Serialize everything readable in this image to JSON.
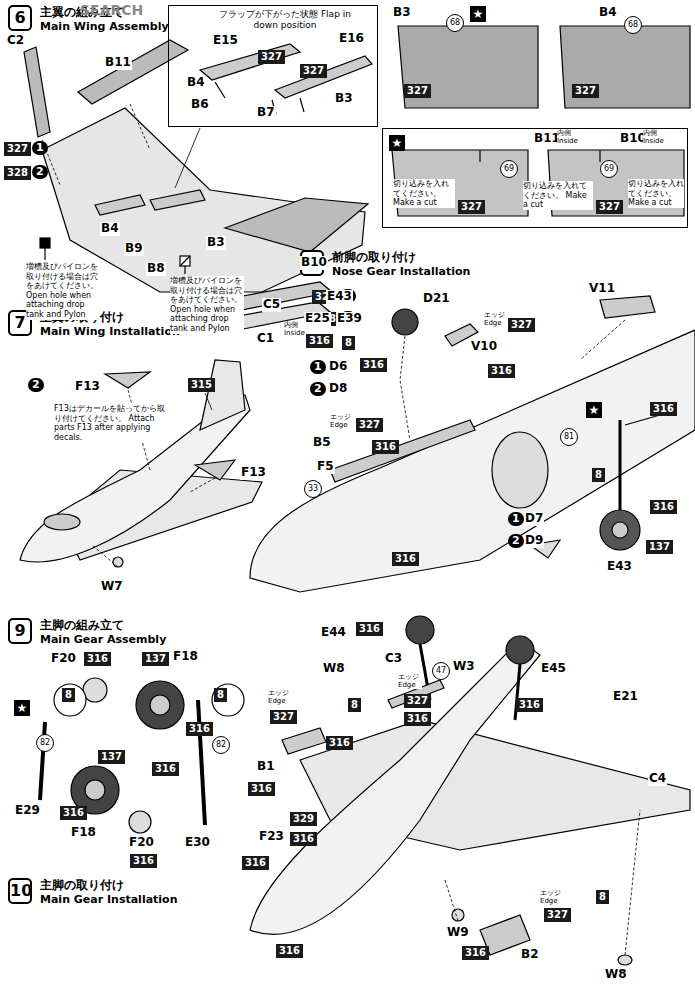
{
  "diagram": {
    "nodes": [
      {
        "text": [
          "6",
          "主翼の組み立て",
          "Main Wing Assembly"
        ]
      },
      {
        "text": [
          "フラップが下がった状態 Flap in down position"
        ]
      },
      {
        "text": [
          "★",
          "B11",
          "内側 Inside",
          "B10",
          "内側 Inside",
          "切り込みを入れてください。 Make a cut",
          "切り込みを入れてください。 Make a cut",
          "切り込みを入れてください。 Make a cut"
        ]
      },
      {
        "text": [
          "7",
          "主翼の取り付け",
          "Main Wing Installation"
        ]
      },
      {
        "text": [
          "8",
          "前脚の取り付け",
          "Nose Gear Installation"
        ]
      },
      {
        "text": [
          "9",
          "主脚の組み立て",
          "Main Gear Assembly"
        ]
      },
      {
        "text": [
          "10",
          "主脚の取り付け",
          "Main Gear Installation"
        ]
      }
    ],
    "labels": [
      "SEARCH",
      "C2",
      "B11",
      "327",
      "1",
      "328",
      "2",
      "B4",
      "B9",
      "B8",
      "B3",
      "B10",
      "C5",
      "C1",
      "内側 Inside",
      "327",
      "1",
      "328",
      "2",
      "増槽及びパイロンを取り付ける場合は穴をあけてください。 Open hole when attaching drop tank and Pylon",
      "増槽及びパイロンを取り付ける場合は穴をあけてください。 Open hole when attaching drop tank and Pylon",
      "E15",
      "327",
      "E16",
      "327",
      "B4",
      "B6",
      "B3",
      "B7",
      "B3",
      "68",
      "★",
      "68",
      "B4",
      "327",
      "327",
      "69",
      "327",
      "69",
      "327",
      "2",
      "F13",
      "F13はデカールを貼ってから取り付けてください。 Attach parts F13 after applying decals.",
      "F13",
      "315",
      "W7",
      "E43",
      "D21",
      "V11",
      "E25",
      "E39",
      "エッジ Edge",
      "327",
      "V10",
      "316",
      "8",
      "1",
      "D6",
      "316",
      "2",
      "D8",
      "316",
      "エッジ Edge",
      "327",
      "B5",
      "316",
      "F5",
      "33",
      "★",
      "316",
      "81",
      "8",
      "316",
      "137",
      "E43",
      "1",
      "D7",
      "2",
      "D9",
      "316",
      "F20",
      "316",
      "137",
      "F18",
      "316",
      "8",
      "82",
      "316",
      "★",
      "8",
      "82",
      "137",
      "E29",
      "316",
      "F18",
      "F20",
      "316",
      "E30",
      "E44",
      "316",
      "W8",
      "8",
      "エッジ Edge",
      "327",
      "C3",
      "エッジ Edge",
      "327",
      "316",
      "47",
      "W3",
      "E45",
      "316",
      "E21",
      "B1",
      "316",
      "316",
      "329",
      "F23",
      "316",
      "C4",
      "316",
      "W9",
      "316",
      "エッジ Edge",
      "327",
      "B2",
      "8",
      "W8",
      "316"
    ]
  }
}
